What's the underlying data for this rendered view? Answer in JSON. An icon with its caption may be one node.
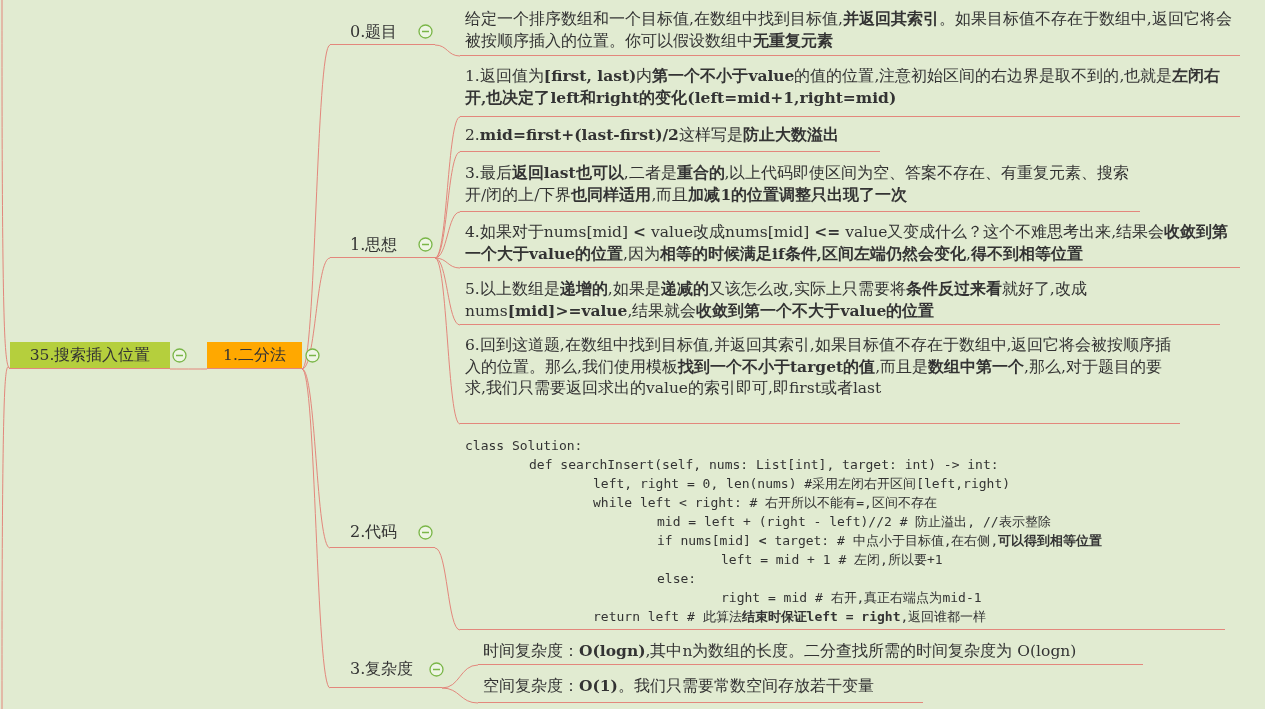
{
  "diagram": {
    "nodes": [
      {
        "text": [
          "35.搜索插入位置"
        ]
      },
      {
        "text": [
          "1.二分法"
        ]
      },
      {
        "text": [
          "0.题目"
        ]
      },
      {
        "text": [
          "1.思想"
        ]
      },
      {
        "text": [
          "2.代码"
        ]
      },
      {
        "text": [
          "3.复杂度"
        ]
      },
      {
        "text": [
          "给定一个排序数组和一个目标值,在数组中找到目标值,**并返回其索引**。如果目标值不存在于数组中,返回它将会被按顺序插入的位置。你可以假设数组中**无重复元素**"
        ]
      },
      {
        "text": [
          "1.返回值为**[first, last)**内**第一个不小于value**的值的位置,注意初始区间的右边界是取不到的,也就是**左闭右开,也决定了left和right的变化(left=mid+1,right=mid)**"
        ]
      },
      {
        "text": [
          "2.**mid=first+(last-first)/2**这样写是**防止大数溢出**"
        ]
      },
      {
        "text": [
          "3.最后**返回last也可以**,二者是**重合的**,以上代码即使区间为空、答案不存在、有重复元素、搜索开/闭的上/下界**也同样适用**,而且**加减1的位置调整只出现了一次**"
        ]
      },
      {
        "text": [
          "4.如果对于nums[mid] **<** value改成nums[mid] **<=** value又变成什么？这个不难思考出来,结果会**收敛到第一个大于value的位置**,因为**相等的时候满足if条件,区间左端仍然会变化**,**得不到相等位置**"
        ]
      },
      {
        "text": [
          "5.以上数组是**递增的**,如果是**递减的**又该怎么改,实际上只需要将**条件反过来看**就好了,改成nums**[mid]>=value**,结果就会**收敛到第一个不大于value的位置**"
        ]
      },
      {
        "text": [
          "6.回到这道题,在数组中找到目标值,并返回其索引,如果目标值不存在于数组中,返回它将会被按顺序插入的位置。那么,我们使用模板**找到一个不小于target的值**,而且是**数组中第一个**,那么,对于题目的要求,我们只需要返回求出的value的索引即可,即first或者last"
        ]
      },
      {
        "text": [
          "class Solution:",
          "def searchInsert(self, nums: List[int], target: int) -> int:",
          "left, right = 0, len(nums) #采用左闭右开区间[left,right)",
          "while left < right: # 右开所以不能有=,区间不存在",
          "mid = left + (right - left)//2 # 防止溢出, //表示整除",
          "if nums[mid] **<** target: # 中点小于目标值,在右侧,**可以得到相等位置**",
          "left = mid + 1 # 左闭,所以要+1",
          "else:",
          "right = mid # 右开,真正右端点为mid-1",
          "return left # 此算法**结束时保证left = right**,返回谁都一样"
        ]
      },
      {
        "text": [
          "时间复杂度：**O(logn)**,其中n为数组的长度。二分查找所需的时间复杂度为 O(logn)"
        ]
      },
      {
        "text": [
          "空间复杂度：**O(1)**。我们只需要常数空间存放若干变量"
        ]
      }
    ],
    "edges": [
      {
        "from": null,
        "to": 0,
        "arrow": "none"
      },
      {
        "from": null,
        "to": 0,
        "arrow": "none"
      },
      {
        "from": 0,
        "to": 1,
        "arrow": "none"
      },
      {
        "from": 1,
        "to": 2,
        "arrow": "none"
      },
      {
        "from": 1,
        "to": 3,
        "arrow": "none"
      },
      {
        "from": 1,
        "to": 4,
        "arrow": "none"
      },
      {
        "from": 1,
        "to": 5,
        "arrow": "none"
      },
      {
        "from": 2,
        "to": 6,
        "arrow": "none"
      },
      {
        "from": 3,
        "to": 7,
        "arrow": "none"
      },
      {
        "from": 3,
        "to": 8,
        "arrow": "none"
      },
      {
        "from": 3,
        "to": 9,
        "arrow": "none"
      },
      {
        "from": 3,
        "to": 10,
        "arrow": "none"
      },
      {
        "from": 3,
        "to": 11,
        "arrow": "none"
      },
      {
        "from": 3,
        "to": 12,
        "arrow": "none"
      },
      {
        "from": 4,
        "to": 13,
        "arrow": "none"
      },
      {
        "from": 5,
        "to": 14,
        "arrow": "none"
      },
      {
        "from": 5,
        "to": 15,
        "arrow": "none"
      }
    ]
  }
}
